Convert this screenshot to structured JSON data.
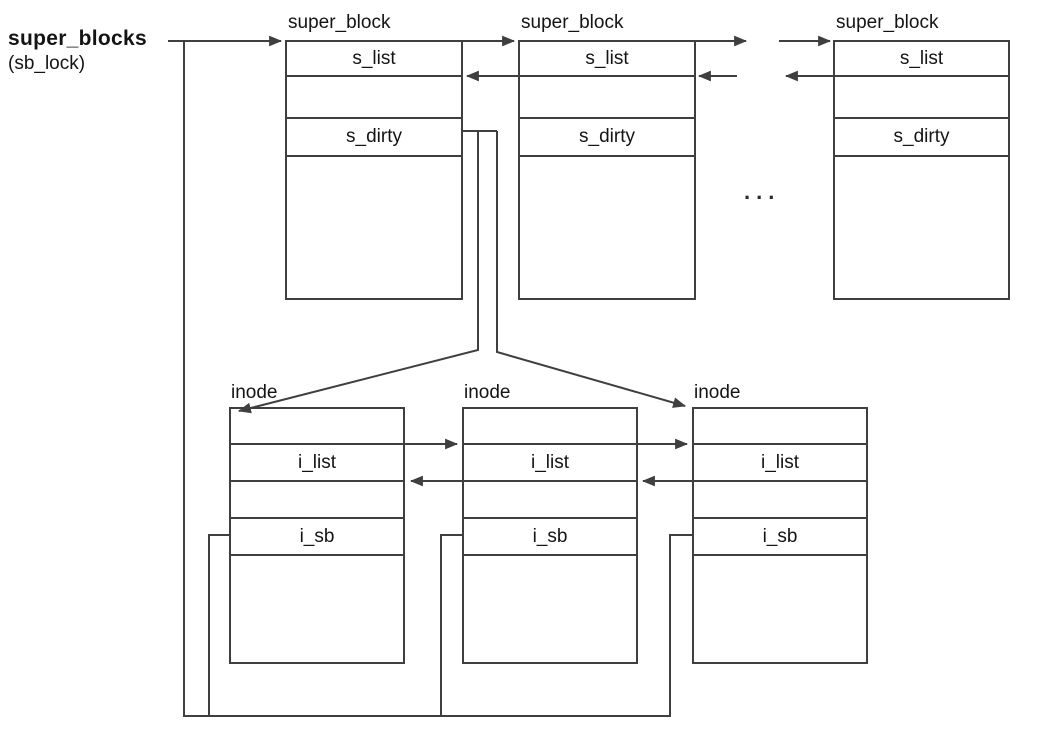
{
  "diagram": {
    "background": "#ffffff",
    "line_color": "#3f3f3f",
    "text_color": "#141414",
    "list_head": {
      "name": "super_blocks",
      "lock": "(sb_lock)"
    },
    "ellipsis": "...",
    "superblock_structs": [
      {
        "title": "super_block",
        "field_list": "s_list",
        "field_dirty": "s_dirty"
      },
      {
        "title": "super_block",
        "field_list": "s_list",
        "field_dirty": "s_dirty"
      },
      {
        "title": "super_block",
        "field_list": "s_list",
        "field_dirty": "s_dirty"
      }
    ],
    "inode_structs": [
      {
        "title": "inode",
        "field_list": "i_list",
        "field_sb": "i_sb"
      },
      {
        "title": "inode",
        "field_list": "i_list",
        "field_sb": "i_sb"
      },
      {
        "title": "inode",
        "field_list": "i_list",
        "field_sb": "i_sb"
      }
    ]
  }
}
